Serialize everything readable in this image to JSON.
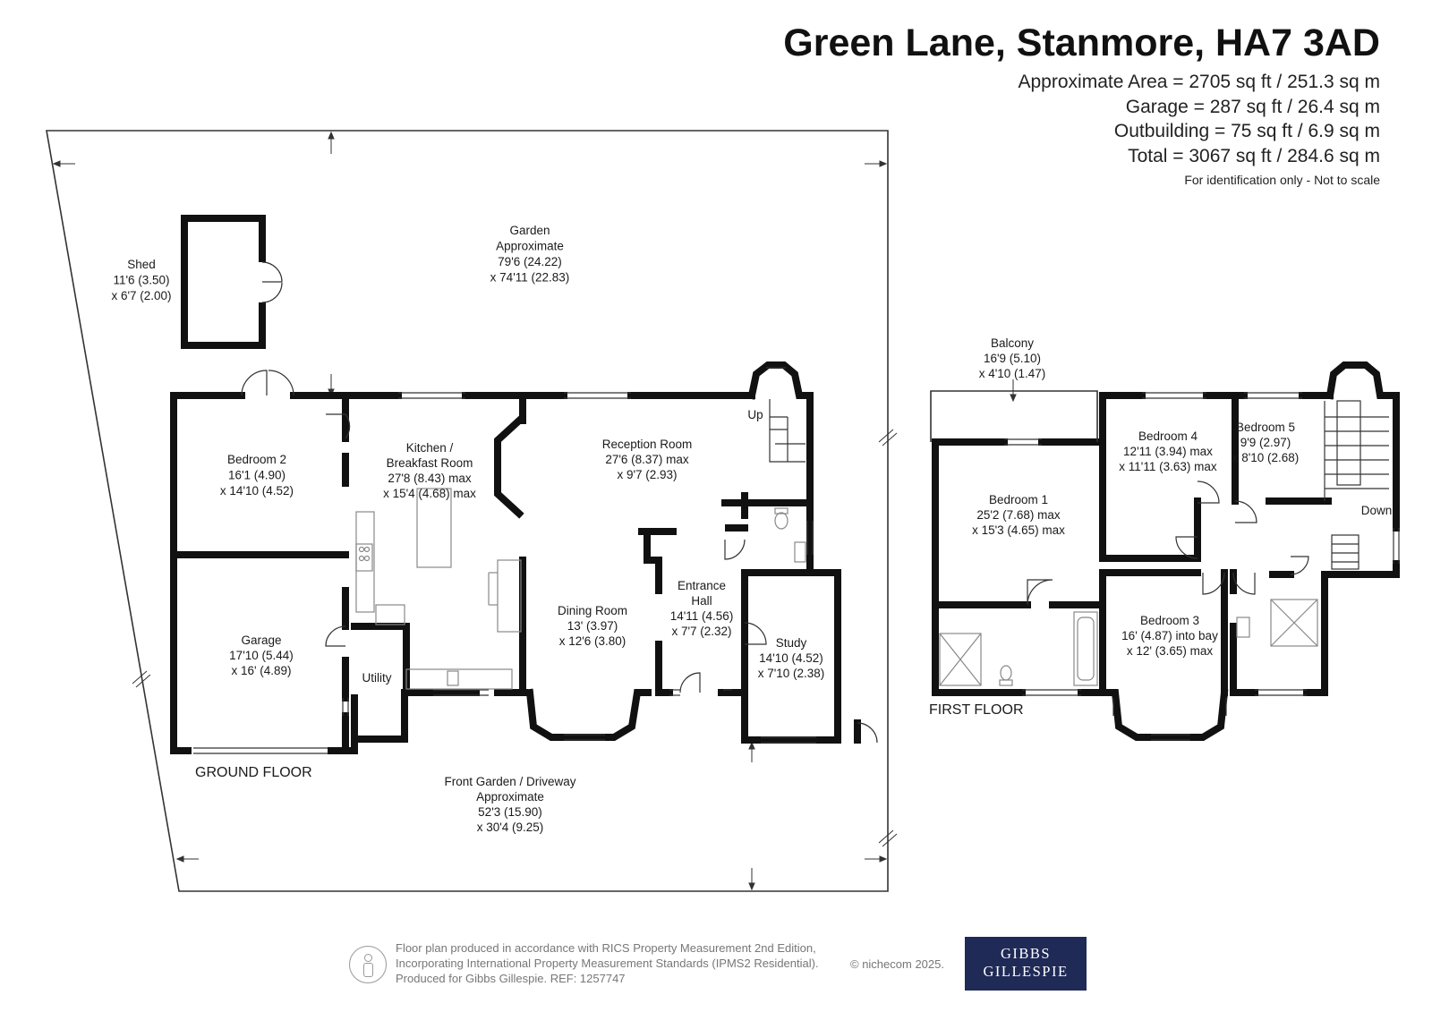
{
  "title": "Green Lane, Stanmore, HA7 3AD",
  "areas": {
    "approximate": "Approximate Area = 2705 sq ft / 251.3 sq m",
    "garage": "Garage = 287 sq ft / 26.4 sq m",
    "outbuilding": "Outbuilding = 75 sq ft / 6.9 sq m",
    "total": "Total = 3067 sq ft / 284.6 sq m",
    "note": "For identification only - Not to scale"
  },
  "ground_floor": {
    "label": "GROUND FLOOR",
    "garden": [
      "Garden",
      "Approximate",
      "79'6 (24.22)",
      "x 74'11 (22.83)"
    ],
    "shed": [
      "Shed",
      "11'6 (3.50)",
      "x 6'7 (2.00)"
    ],
    "bedroom2": [
      "Bedroom 2",
      "16'1 (4.90)",
      "x 14'10 (4.52)"
    ],
    "kitchen": [
      "Kitchen /",
      "Breakfast Room",
      "27'8 (8.43) max",
      "x 15'4 (4.68) max"
    ],
    "reception": [
      "Reception Room",
      "27'6 (8.37) max",
      "x 9'7 (2.93)"
    ],
    "up": "Up",
    "dining": [
      "Dining Room",
      "13' (3.97)",
      "x 12'6 (3.80)"
    ],
    "entrance": [
      "Entrance",
      "Hall",
      "14'11 (4.56)",
      "x 7'7 (2.32)"
    ],
    "study": [
      "Study",
      "14'10 (4.52)",
      "x 7'10 (2.38)"
    ],
    "garage": [
      "Garage",
      "17'10 (5.44)",
      "x 16' (4.89)"
    ],
    "utility": "Utility",
    "front_garden": [
      "Front Garden / Driveway",
      "Approximate",
      "52'3 (15.90)",
      "x 30'4 (9.25)"
    ]
  },
  "first_floor": {
    "label": "FIRST FLOOR",
    "balcony": [
      "Balcony",
      "16'9 (5.10)",
      "x 4'10 (1.47)"
    ],
    "bedroom1": [
      "Bedroom 1",
      "25'2 (7.68) max",
      "x 15'3 (4.65) max"
    ],
    "bedroom4": [
      "Bedroom 4",
      "12'11 (3.94) max",
      "x 11'11 (3.63) max"
    ],
    "bedroom5": [
      "Bedroom 5",
      "9'9 (2.97)",
      "x 8'10 (2.68)"
    ],
    "bedroom3": [
      "Bedroom 3",
      "16' (4.87) into bay",
      "x 12' (3.65) max"
    ],
    "down": "Down"
  },
  "footer": {
    "line1": "Floor plan produced in accordance with RICS Property Measurement 2nd Edition,",
    "line2": "Incorporating International Property Measurement Standards (IPMS2 Residential).",
    "line3": "Produced for Gibbs Gillespie.   REF:  1257747",
    "copyright": "© nichecom 2025."
  },
  "logo": {
    "line1": "GIBBS",
    "line2": "GILLESPIE",
    "color": "#1f2a57"
  },
  "colors": {
    "wall": "#111111",
    "thin": "#333333",
    "fixture": "#999999"
  }
}
